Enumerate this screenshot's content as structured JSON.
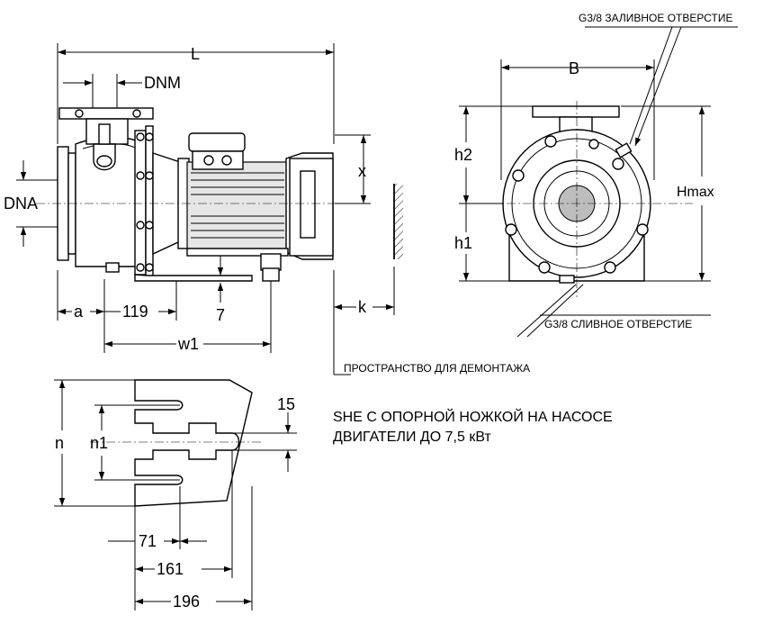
{
  "labels": {
    "L": "L",
    "DNM": "DNM",
    "DNA": "DNA",
    "x": "x",
    "a": "a",
    "dim_119": "119",
    "dim_7": "7",
    "w1": "w1",
    "k": "k",
    "B": "B",
    "h2": "h2",
    "h1": "h1",
    "Hmax": "Hmax",
    "n": "n",
    "n1": "n1",
    "dim_15": "15",
    "dim_71": "71",
    "dim_161": "161",
    "dim_196": "196"
  },
  "notes": {
    "fill_hole": "G3/8 ЗАЛИВНОЕ ОТВЕРСТИЕ",
    "drain_hole": "G3/8 СЛИВНОЕ ОТВЕРСТИЕ",
    "dismantling_space": "ПРОСТРАНСТВО ДЛЯ ДЕМОНТАЖА",
    "caption_line1": "SHE С ОПОРНОЙ НОЖКОЙ НА НАСОСЕ",
    "caption_line2": "ДВИГАТЕЛИ ДО 7,5  кВт"
  }
}
